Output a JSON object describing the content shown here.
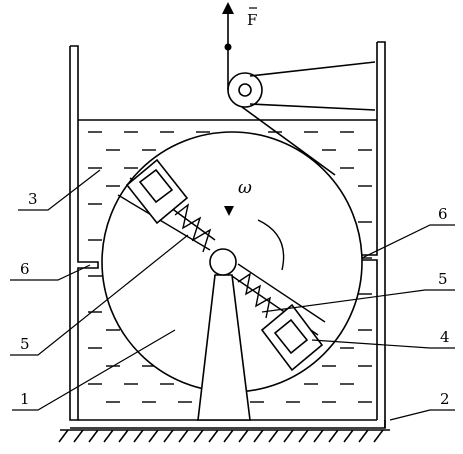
{
  "diagram": {
    "force_label": "F",
    "omega_label": "ω",
    "labels": {
      "left_3": "3",
      "left_6": "6",
      "left_5": "5",
      "left_1": "1",
      "right_6": "6",
      "right_5": "5",
      "right_4": "4",
      "right_2": "2"
    },
    "colors": {
      "stroke": "#000000",
      "background": "#ffffff"
    }
  }
}
